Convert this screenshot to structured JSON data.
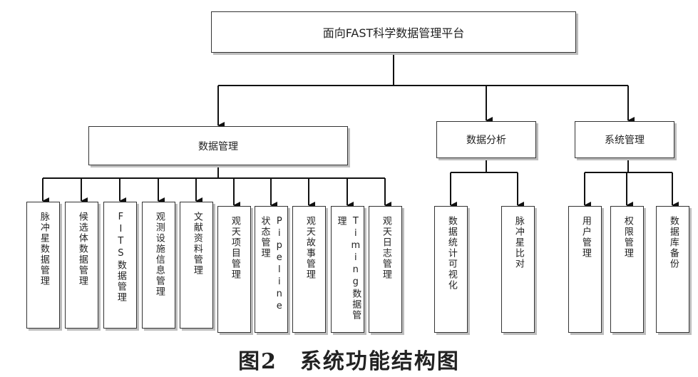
{
  "diagram": {
    "root": {
      "label": "面向FAST科学数据管理平台"
    },
    "groups": [
      {
        "label": "数据管理",
        "children": [
          "脉冲星数据管理",
          "候选体数据管理",
          "FITS数据管理",
          "观测设施信息管理",
          "文献资料管理",
          "观天项目管理",
          "Pipeline 状态管理",
          "观天故事管理",
          "Timing数据管理",
          "观天日志管理"
        ]
      },
      {
        "label": "数据分析",
        "children": [
          "数据统计可视化",
          "脉冲星比对"
        ]
      },
      {
        "label": "系统管理",
        "children": [
          "用户管理",
          "权限管理",
          "数据库备份"
        ]
      }
    ]
  },
  "caption": "图2　系统功能结构图"
}
